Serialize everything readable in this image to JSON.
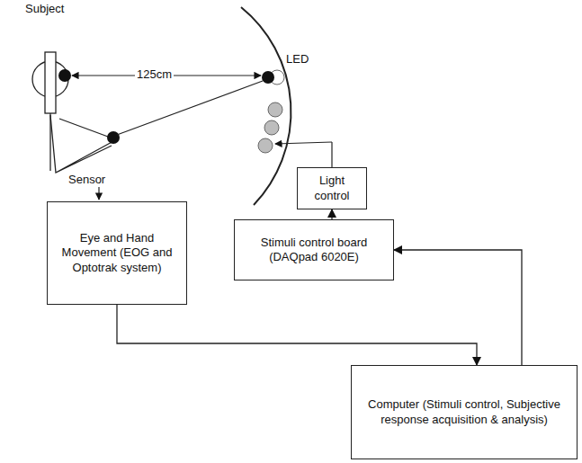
{
  "diagram": {
    "nodes": [
      {
        "text": [
          "Light control"
        ]
      },
      {
        "text": [
          "Eye and Hand Movement (EOG and Optotrak system)"
        ]
      },
      {
        "text": [
          "Stimuli control board (DAQpad 6020E)"
        ]
      },
      {
        "text": [
          "Computer (Stimuli control, Subjective response acquisition & analysis)"
        ]
      }
    ],
    "edges": [
      {
        "from": 1,
        "to": 3,
        "arrow": "to"
      },
      {
        "from": 3,
        "to": 2,
        "arrow": "to"
      },
      {
        "from": 2,
        "to": 0,
        "arrow": "to"
      }
    ],
    "labels": [
      "Subject",
      "125cm",
      "LED",
      "Sensor"
    ]
  }
}
